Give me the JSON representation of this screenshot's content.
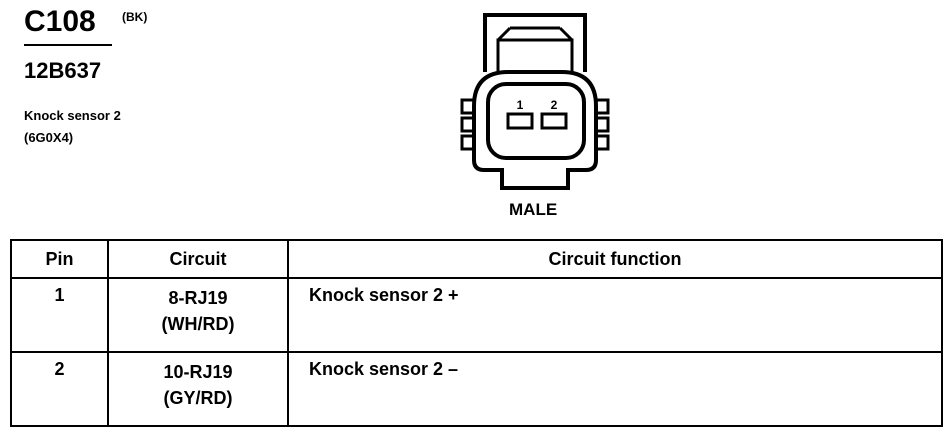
{
  "header": {
    "connector_id": "C108",
    "connector_color": "(BK)",
    "part_number": "12B637",
    "description_line1": "Knock sensor 2",
    "description_line2": "(6G0X4)"
  },
  "connector": {
    "pin_labels": [
      "1",
      "2"
    ],
    "gender": "MALE"
  },
  "table": {
    "headers": [
      "Pin",
      "Circuit",
      "Circuit function"
    ],
    "rows": [
      {
        "pin": "1",
        "circuit_line1": "8-RJ19",
        "circuit_line2": "(WH/RD)",
        "function": "Knock sensor 2  +"
      },
      {
        "pin": "2",
        "circuit_line1": "10-RJ19",
        "circuit_line2": "(GY/RD)",
        "function": "Knock sensor 2  –"
      }
    ]
  }
}
